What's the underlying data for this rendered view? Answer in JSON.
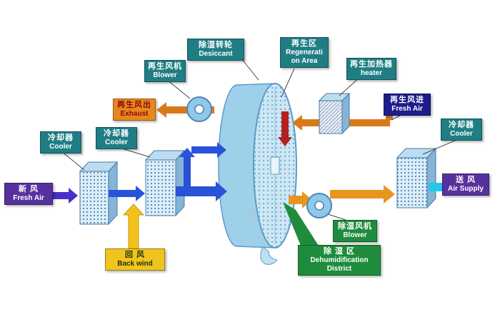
{
  "labels": {
    "desiccant": {
      "zh": "除湿转轮",
      "en": "Desiccant"
    },
    "regen_area": {
      "zh": "再生区",
      "en1": "Regenerati",
      "en2": "on Area"
    },
    "regen_blower": {
      "zh": "再生风机",
      "en": "Blower"
    },
    "regen_heater": {
      "zh": "再生加热器",
      "en": "heater"
    },
    "exhaust": {
      "zh": "再生风出",
      "en": "Exhaust"
    },
    "regen_fresh_air": {
      "zh": "再生风进",
      "en": "Fresh Air"
    },
    "cooler_left1": {
      "zh": "冷却器",
      "en": "Cooler"
    },
    "cooler_left2": {
      "zh": "冷却器",
      "en": "Cooler"
    },
    "cooler_right": {
      "zh": "冷却器",
      "en": "Cooler"
    },
    "fresh_air": {
      "zh": "新  风",
      "en": "Fresh Air"
    },
    "air_supply": {
      "zh": "送  风",
      "en": "Air Supply"
    },
    "back_wind": {
      "zh": "回  风",
      "en": "Back wind"
    },
    "dehumid_blower": {
      "zh": "除湿风机",
      "en": "Blower"
    },
    "dehumid_district": {
      "zh": "除 湿 区",
      "en1": "Dehumidification",
      "en2": "District"
    }
  },
  "watermark": "xt",
  "colors": {
    "label_teal": "#1f7e84",
    "label_orange": "#e8871e",
    "label_navy": "#1c1c8c",
    "label_purple": "#56319e",
    "label_yellow": "#f0c41e",
    "label_green": "#1e8c3c",
    "process_arrow_blue": "#2a52d8",
    "fresh_air_arrow_violet": "#4b30c8",
    "regen_arrow_orange": "#d97a1a",
    "supply_arrow_cyan": "#20c8e8",
    "return_arrow_yellow": "#f2c21c",
    "wheel_arrow_red": "#b42020",
    "wheel_body_blue": "#9fd0ea"
  }
}
